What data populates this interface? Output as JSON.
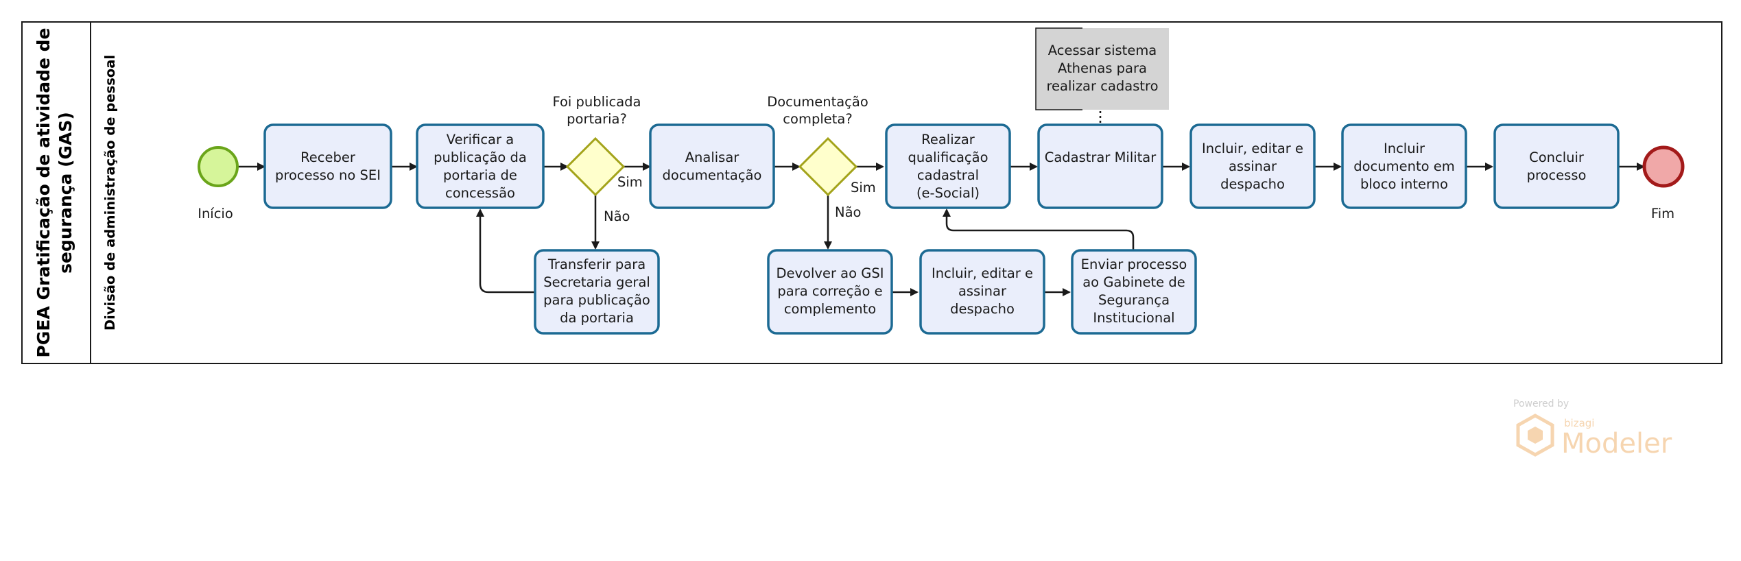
{
  "pool": {
    "title_lines": [
      "PGEA Gratificação de atividade de",
      "segurança (GAS)"
    ],
    "lane_title": "Divisão de administração de pessoal"
  },
  "events": {
    "start": "Início",
    "end": "Fim"
  },
  "tasks": [
    {
      "id": "t1",
      "lines": [
        "Receber",
        "processo no SEI"
      ]
    },
    {
      "id": "t2",
      "lines": [
        "Verificar a",
        "publicação da",
        "portaria de",
        "concessão"
      ]
    },
    {
      "id": "t3",
      "lines": [
        "Transferir para",
        "Secretaria geral",
        "para publicação",
        "da portaria"
      ]
    },
    {
      "id": "t4",
      "lines": [
        "Analisar",
        "documentação"
      ]
    },
    {
      "id": "t5",
      "lines": [
        "Devolver ao GSI",
        "para correção e",
        "complemento"
      ]
    },
    {
      "id": "t6",
      "lines": [
        "Incluir, editar e",
        "assinar",
        "despacho"
      ]
    },
    {
      "id": "t7",
      "lines": [
        "Enviar processo",
        "ao Gabinete de",
        "Segurança",
        "Institucional"
      ]
    },
    {
      "id": "t8",
      "lines": [
        "Realizar",
        "qualificação",
        "cadastral",
        "(e-Social)"
      ]
    },
    {
      "id": "t9",
      "lines": [
        "Cadastrar Militar"
      ]
    },
    {
      "id": "t10",
      "lines": [
        "Incluir, editar e",
        "assinar",
        "despacho"
      ]
    },
    {
      "id": "t11",
      "lines": [
        "Incluir",
        "documento em",
        "bloco interno"
      ]
    },
    {
      "id": "t12",
      "lines": [
        "Concluir",
        "processo"
      ]
    }
  ],
  "gateways": [
    {
      "id": "g1",
      "question": [
        "Foi publicada",
        "portaria?"
      ],
      "yes": "Sim",
      "no": "Não"
    },
    {
      "id": "g2",
      "question": [
        "Documentação",
        "completa?"
      ],
      "yes": "Sim",
      "no": "Não"
    }
  ],
  "annotation": {
    "lines": [
      "Acessar sistema",
      "Athenas para",
      "realizar cadastro"
    ]
  },
  "watermark": {
    "powered_by": "Powered by",
    "brand_small": "bizagi",
    "brand_large": "Modeler"
  },
  "colors": {
    "task_fill": "#eaeefb",
    "task_stroke": "#1c6a93",
    "gateway_fill": "#ffffcc",
    "gateway_stroke": "#a3a31a",
    "start_fill": "#d6f59a",
    "start_stroke": "#6aa51a",
    "end_fill": "#f0a8a8",
    "end_stroke": "#a31a1a",
    "annotation_fill": "#d4d4d4",
    "watermark": "#f3c796"
  }
}
